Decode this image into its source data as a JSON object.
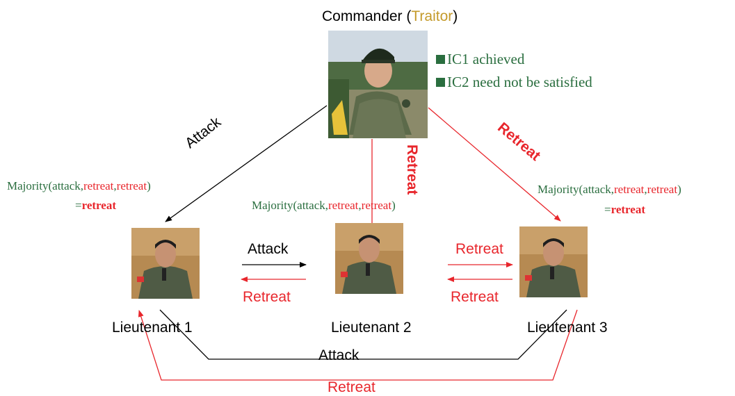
{
  "commander": {
    "title": "Commander (",
    "role": "Traitor",
    "close": ")"
  },
  "notes": {
    "ic1": "IC1 achieved",
    "ic2": "IC2 need not be satisfied"
  },
  "lieutenants": {
    "l1": "Lieutenant 1",
    "l2": "Lieutenant 2",
    "l3": "Lieutenant 3"
  },
  "messages": {
    "cmd_to_l1": "Attack",
    "cmd_to_l2": "Retreat",
    "cmd_to_l3": "Retreat",
    "l1_to_l2": "Attack",
    "l2_to_l1": "Retreat",
    "l2_to_l3": "Retreat",
    "l3_to_l2": "Retreat",
    "l1_l3_bottom": "Attack",
    "l3_l1_bottom": "Retreat"
  },
  "majority": {
    "l1": {
      "prefix": "Majority(attack,",
      "r1": "retreat",
      "sep": ",",
      "r2": "retreat",
      "close": ")",
      "eq": "=",
      "result": "retreat"
    },
    "l2": {
      "prefix": "Majority(attack,",
      "r1": "retreat",
      "sep": ",",
      "r2": "retreat",
      "close": ")"
    },
    "l3": {
      "prefix": "Majority(attack,",
      "r1": "retreat",
      "sep": ",",
      "r2": "retreat",
      "close": ")",
      "eq": "=",
      "result": "retreat"
    }
  },
  "colors": {
    "green": "#2a6e3f",
    "red": "#e8262c",
    "traitor": "#c49a2a",
    "black": "#000000"
  }
}
